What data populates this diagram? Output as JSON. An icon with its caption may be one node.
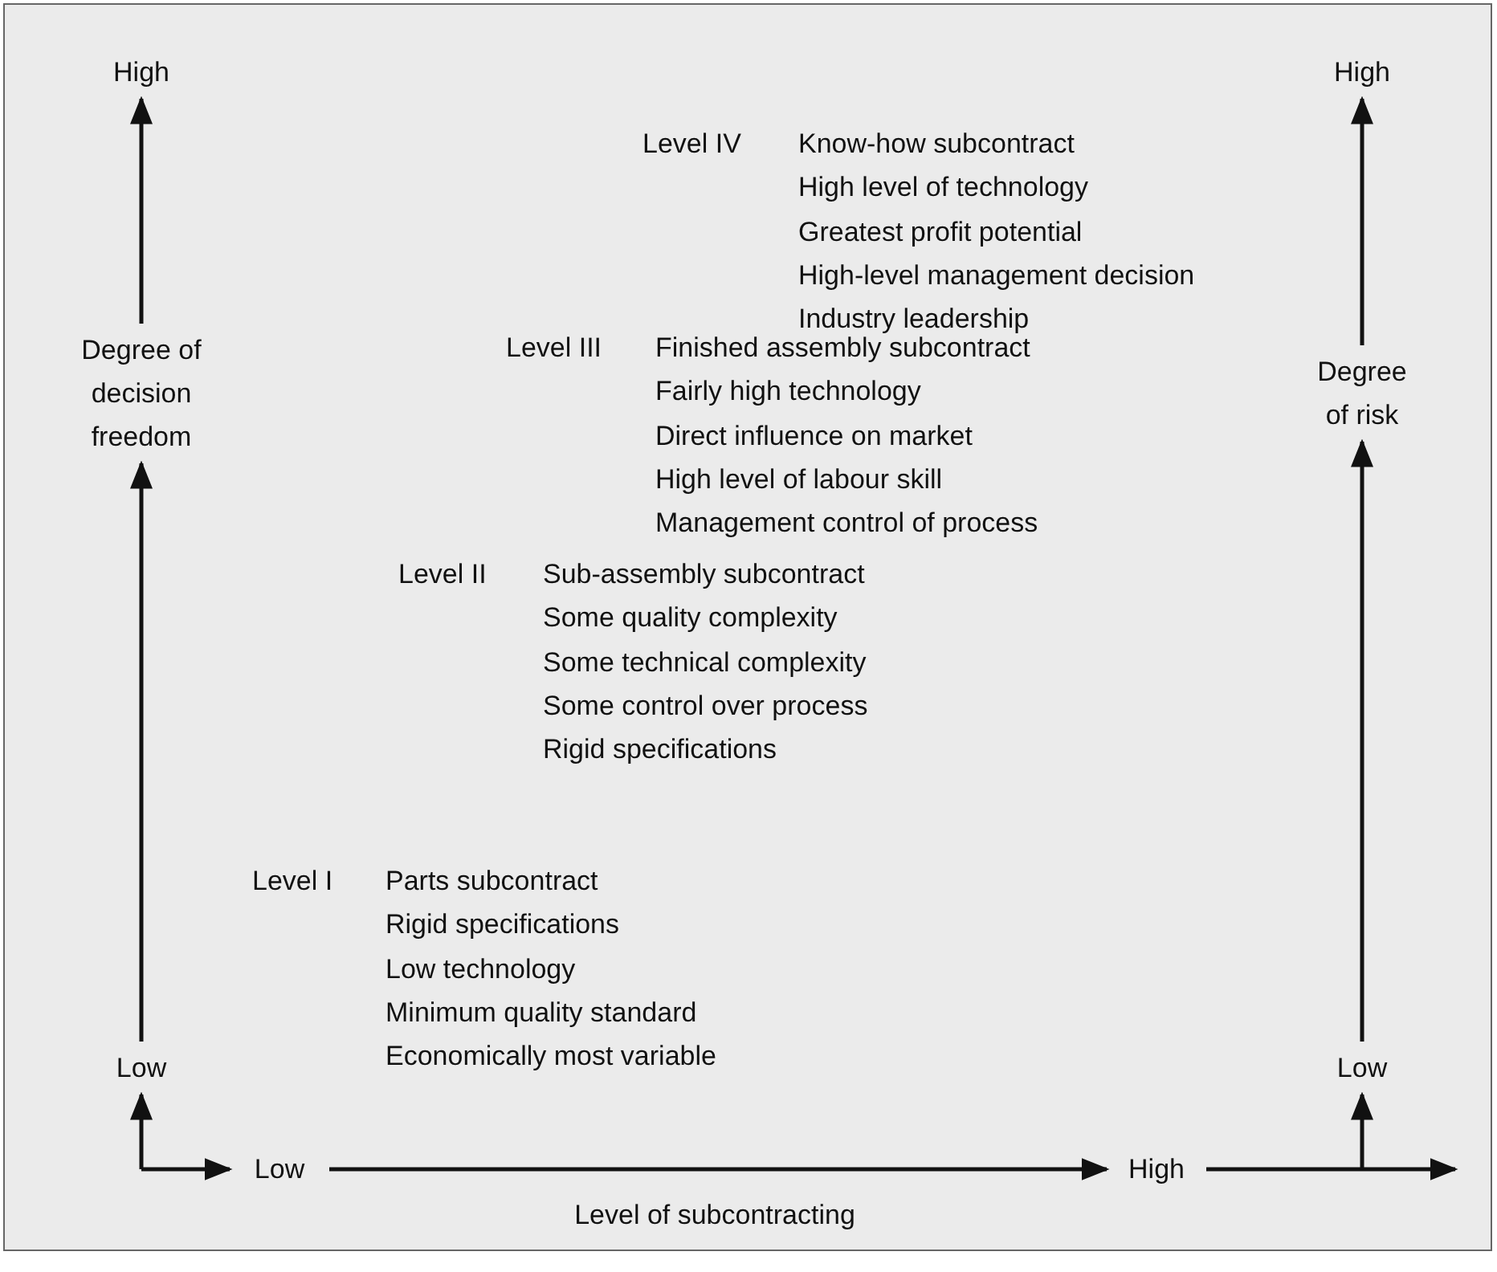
{
  "diagram": {
    "nodes": [
      {
        "text": [
          "High"
        ]
      },
      {
        "text": [
          "Degree of decision freedom"
        ]
      },
      {
        "text": [
          "Low"
        ]
      },
      {
        "text": [
          "High"
        ]
      },
      {
        "text": [
          "Degree of risk"
        ]
      },
      {
        "text": [
          "Low"
        ]
      },
      {
        "text": [
          "Low"
        ]
      },
      {
        "text": [
          "High"
        ]
      }
    ],
    "edges": [
      {
        "from": 2,
        "to": 1,
        "arrow": "to"
      },
      {
        "from": 1,
        "to": 0,
        "arrow": "to"
      },
      {
        "from": null,
        "to": 2,
        "arrow": "to"
      },
      {
        "from": null,
        "to": 6,
        "arrow": "to"
      },
      {
        "from": 6,
        "to": 7,
        "arrow": "to"
      },
      {
        "from": 7,
        "to": null,
        "arrow": "to"
      },
      {
        "from": null,
        "to": 5,
        "arrow": "to"
      },
      {
        "from": 5,
        "to": 4,
        "arrow": "to"
      },
      {
        "from": 4,
        "to": 3,
        "arrow": "to"
      }
    ],
    "labels": [
      "Level IV",
      "Know-how subcontract",
      "High level of technology",
      "Greatest profit potential",
      "High-level management decision",
      "Industry leadership",
      "Level III",
      "Finished assembly subcontract",
      "Fairly high technology",
      "Direct influence on market",
      "High level of labour skill",
      "Management control of process",
      "Level II",
      "Sub-assembly subcontract",
      "Some quality complexity",
      "Some technical complexity",
      "Some control over process",
      "Rigid specifications",
      "Level I",
      "Parts subcontract",
      "Rigid specifications",
      "Low technology",
      "Minimum quality standard",
      "Economically most variable",
      "Level of subcontracting"
    ]
  }
}
